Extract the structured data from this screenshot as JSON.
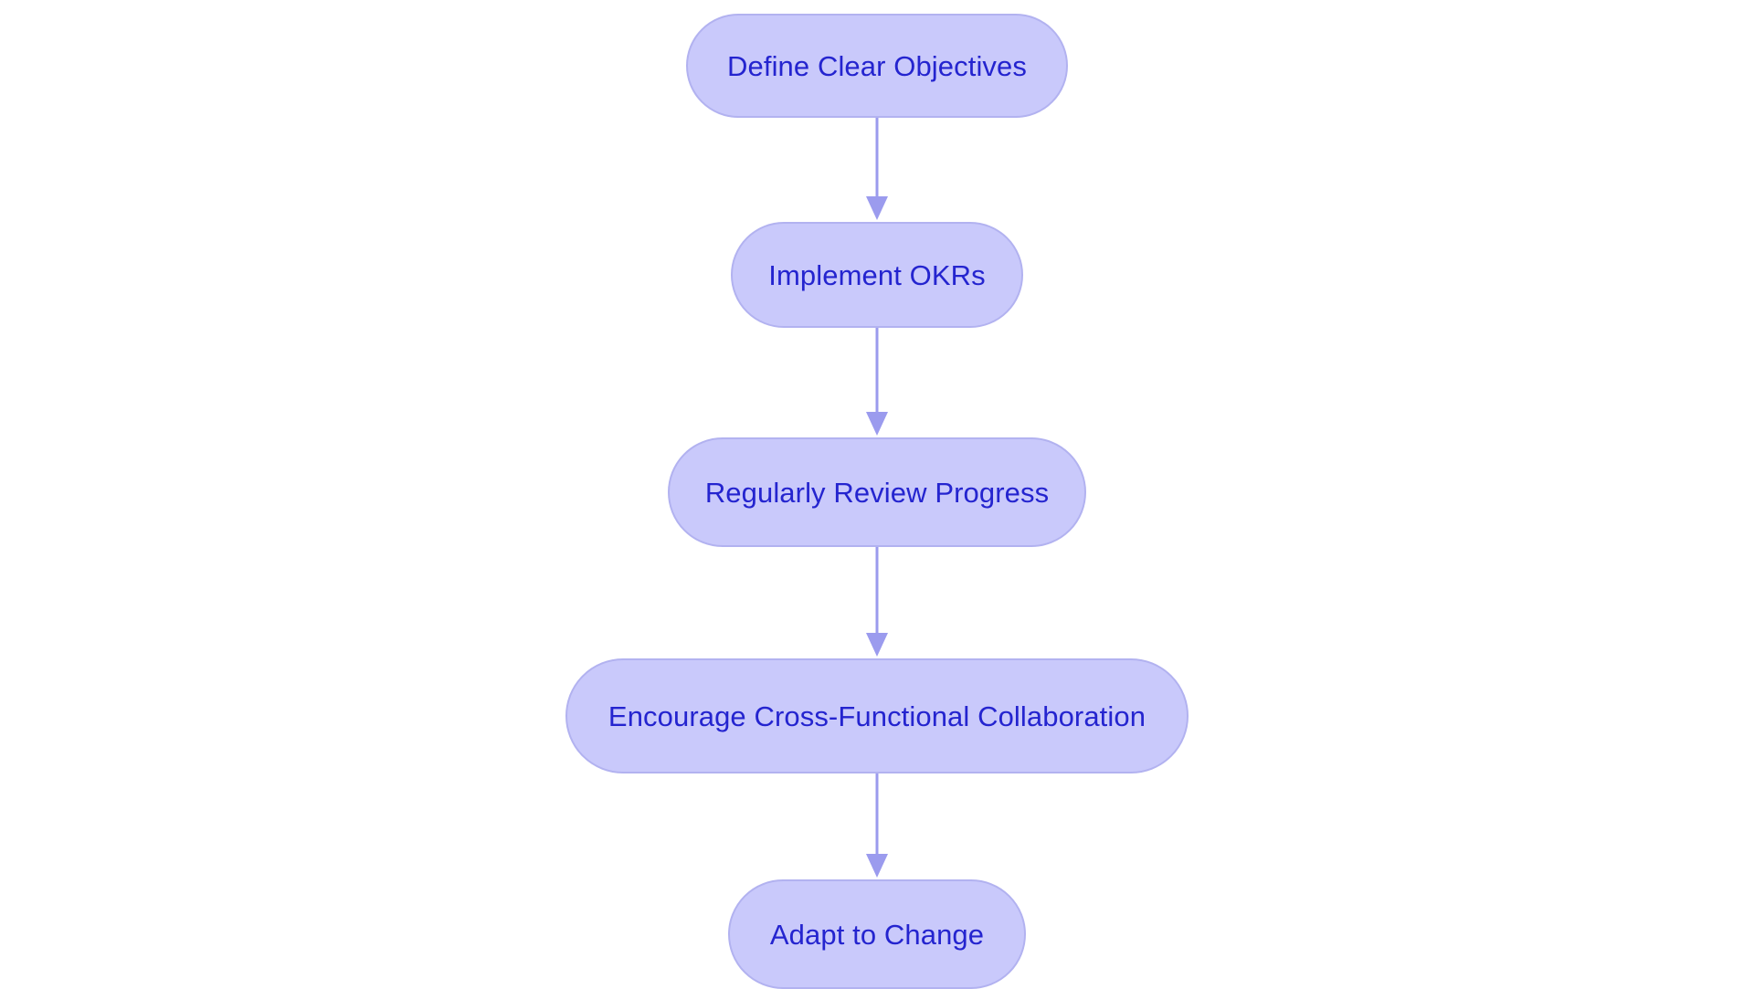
{
  "diagram": {
    "type": "flowchart",
    "orientation": "top-to-bottom",
    "background_color": "#ffffff",
    "node_fill_color": "#c9c9fb",
    "node_border_color": "#b2b2f0",
    "node_text_color": "#2424cf",
    "connector_color": "#9b9bee",
    "node_shape": "rounded-pill",
    "nodes": [
      {
        "id": "n1",
        "label": "Define Clear Objectives"
      },
      {
        "id": "n2",
        "label": "Implement OKRs"
      },
      {
        "id": "n3",
        "label": "Regularly Review Progress"
      },
      {
        "id": "n4",
        "label": "Encourage Cross-Functional Collaboration"
      },
      {
        "id": "n5",
        "label": "Adapt to Change"
      }
    ],
    "edges": [
      {
        "id": "e1",
        "from": "n1",
        "to": "n2",
        "marker": "arrow-down"
      },
      {
        "id": "e2",
        "from": "n2",
        "to": "n3",
        "marker": "arrow-down"
      },
      {
        "id": "e3",
        "from": "n3",
        "to": "n4",
        "marker": "arrow-down"
      },
      {
        "id": "e4",
        "from": "n4",
        "to": "n5",
        "marker": "arrow-down"
      }
    ]
  }
}
